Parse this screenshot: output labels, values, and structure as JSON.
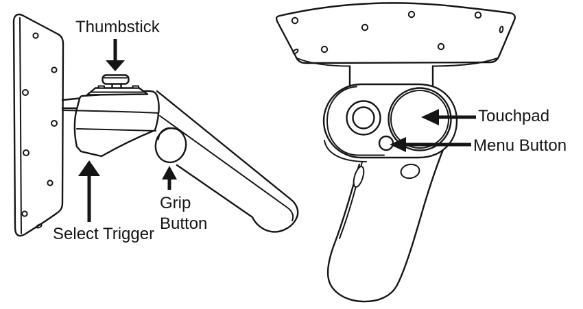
{
  "figure": {
    "callouts": {
      "thumbstick": "Thumbstick",
      "select_trigger": "Select Trigger",
      "grip_button_line1": "Grip",
      "grip_button_line2": "Button",
      "touchpad": "Touchpad",
      "menu_button": "Menu Button"
    },
    "colors": {
      "ink": "#151515",
      "background": "#ffffff"
    }
  }
}
